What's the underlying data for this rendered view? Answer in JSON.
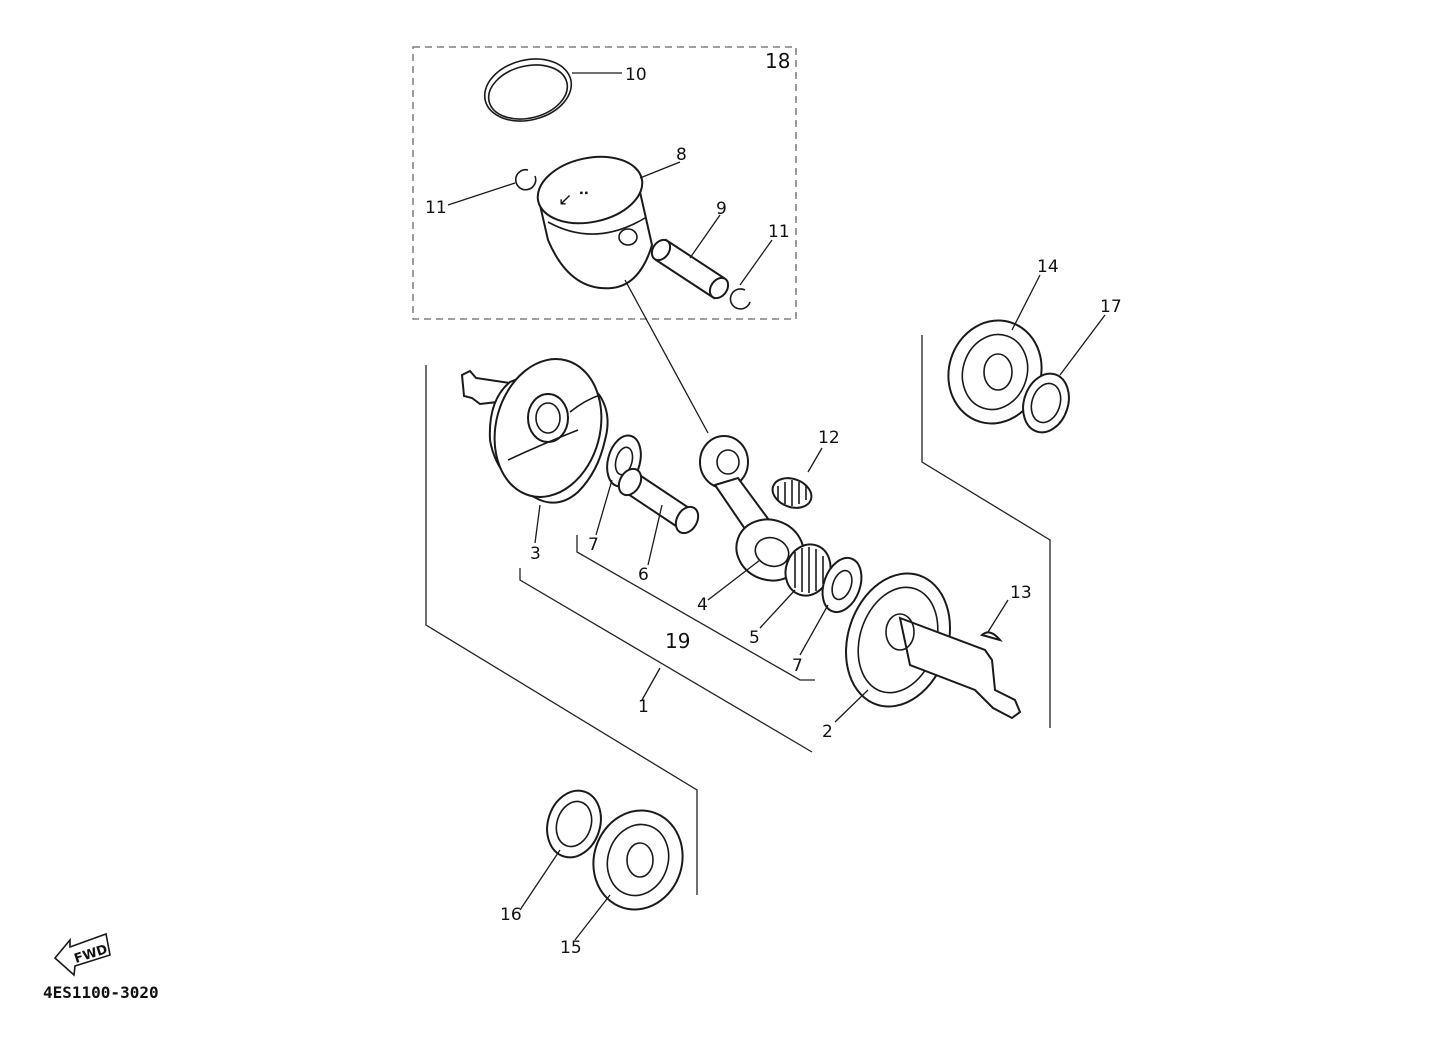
{
  "diagram": {
    "code": "4ES1100-3020",
    "fwd_label": "FWD",
    "callouts": {
      "c1": "1",
      "c2": "2",
      "c3": "3",
      "c4": "4",
      "c5": "5",
      "c6": "6",
      "c7a": "7",
      "c7b": "7",
      "c8": "8",
      "c9": "9",
      "c10": "10",
      "c11a": "11",
      "c11b": "11",
      "c12": "12",
      "c13": "13",
      "c14": "14",
      "c15": "15",
      "c16": "16",
      "c17": "17",
      "c18": "18",
      "c19": "19"
    }
  }
}
